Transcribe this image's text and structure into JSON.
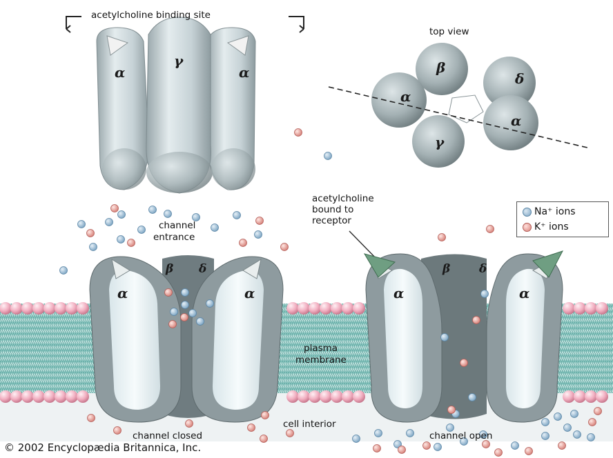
{
  "labels": {
    "binding_site": "acetylcholine binding site",
    "top_view": "top view",
    "bound_line1": "acetylcholine",
    "bound_line2": "bound to",
    "bound_line3": "receptor",
    "channel_entrance_line1": "channel",
    "channel_entrance_line2": "entrance",
    "plasma_line1": "plasma",
    "plasma_line2": "membrane",
    "cell_interior": "cell interior",
    "channel_closed": "channel closed",
    "channel_open": "channel open",
    "copyright": "© 2002 Encyclopædia Britannica, Inc."
  },
  "legend": {
    "na_label": "Na⁺ ions",
    "k_label": "K⁺ ions",
    "na_color": "#8fb3cf",
    "k_color": "#e3928b"
  },
  "subunits": {
    "alpha": "α",
    "beta": "β",
    "gamma": "γ",
    "delta": "δ"
  },
  "colors": {
    "protein": "#c9d4d8",
    "protein_dark": "#7d8a8d",
    "membrane_head": "#f0b6c6",
    "membrane_tail": "#8fcfc9",
    "arrow_green": "#6f9e82"
  }
}
